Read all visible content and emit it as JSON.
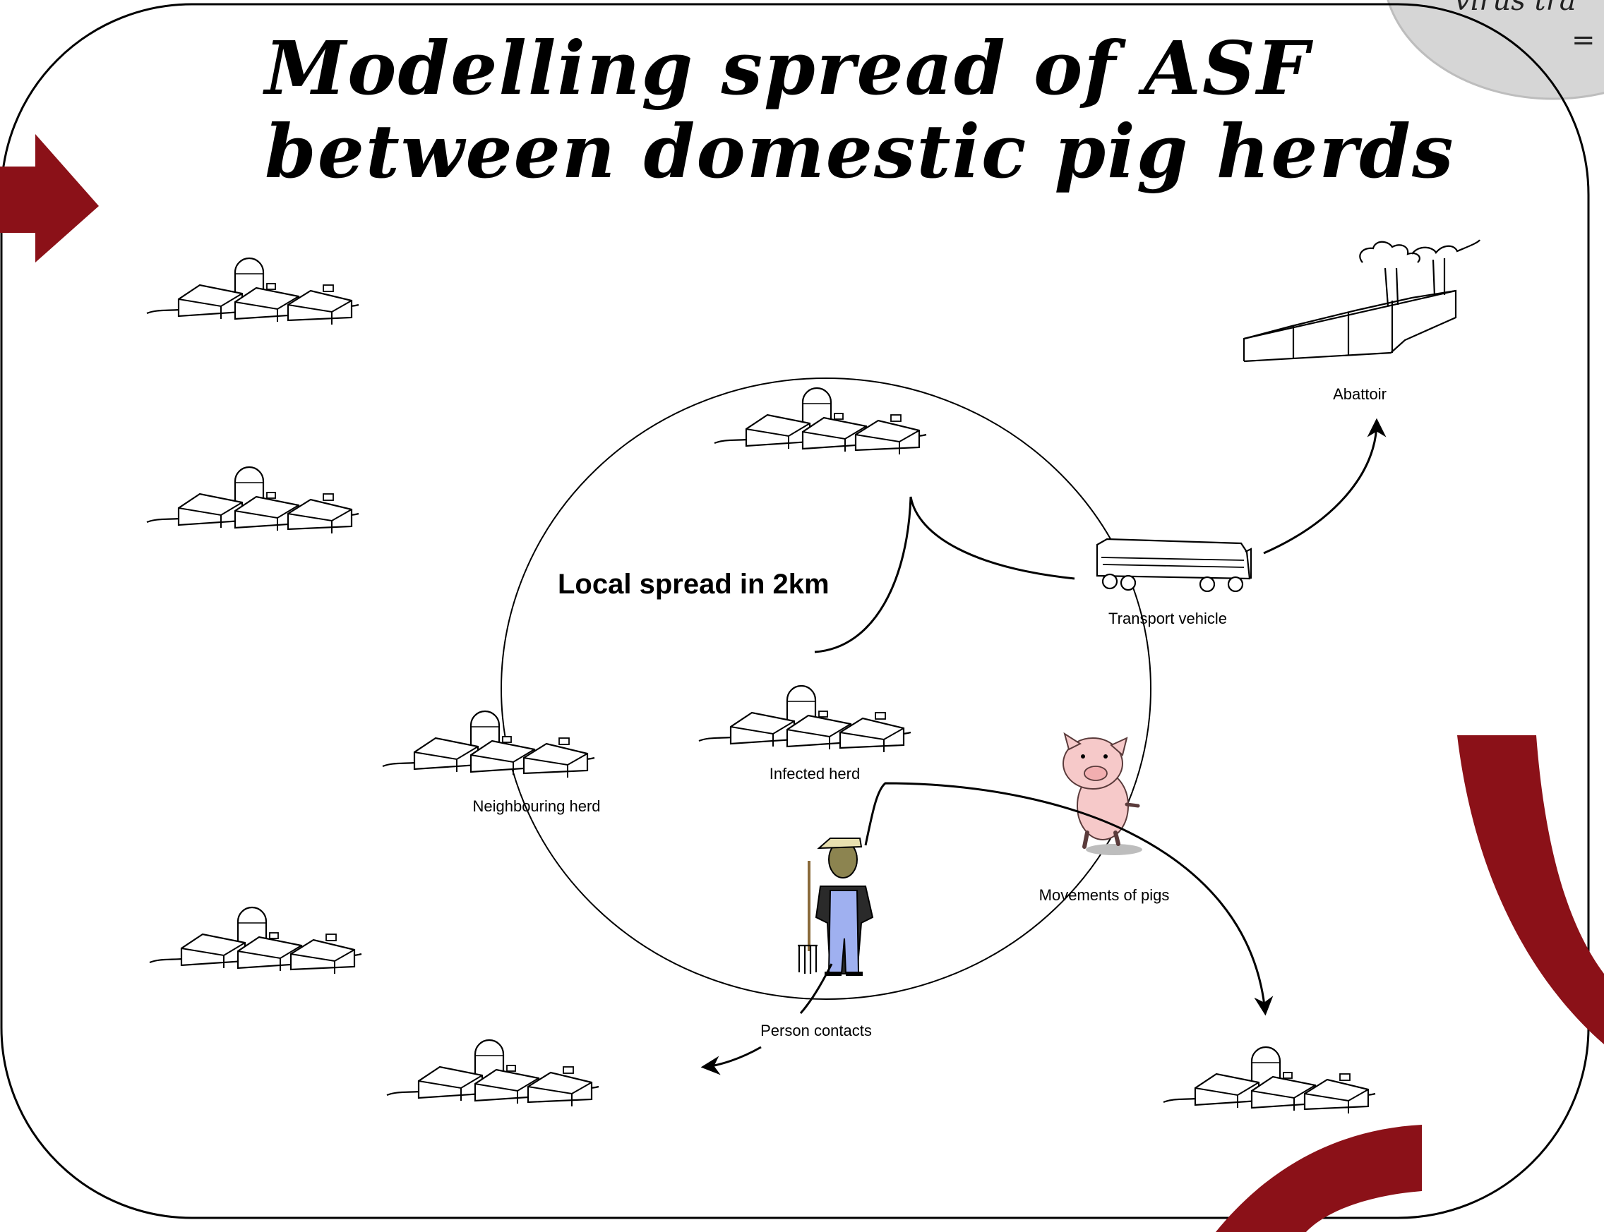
{
  "title": {
    "line1": "Modelling spread of ASF",
    "line2": "between domestic pig herds"
  },
  "local_spread": "Local spread in 2km",
  "labels": {
    "abattoir": "Abattoir",
    "transport_vehicle": "Transport vehicle",
    "infected_herd": "Infected herd",
    "neighbouring_herd": "Neighbouring herd",
    "movements_of_pigs": "Movements of pigs",
    "person_contacts": "Person contacts"
  },
  "corner_note": {
    "line1": "virus tra",
    "line2": "="
  },
  "colors": {
    "accent": "#8b1118",
    "line": "#000000",
    "bubble": "#d9d9d9"
  },
  "icons": [
    "farm-icon",
    "abattoir-icon",
    "truck-icon",
    "pig-icon",
    "farmer-icon"
  ]
}
